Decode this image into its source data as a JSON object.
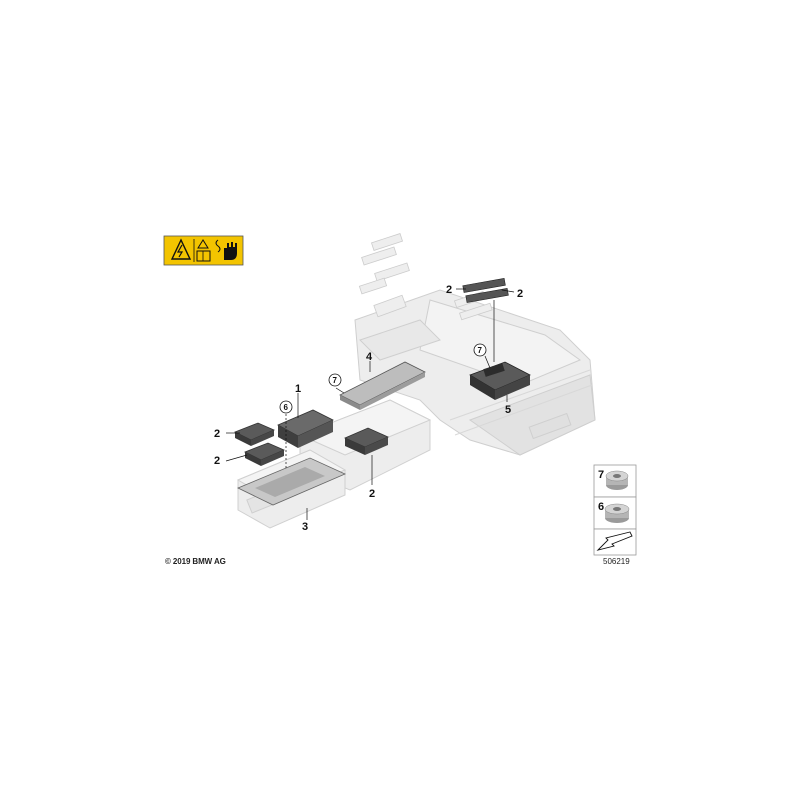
{
  "callouts": {
    "part1": "1",
    "part2_left_upper": "2",
    "part2_left_lower": "2",
    "part2_center": "2",
    "part2_top_left": "2",
    "part2_top_right": "2",
    "part3": "3",
    "part4": "4",
    "part5": "5",
    "circled6": "6",
    "circled7_left": "7",
    "circled7_right": "7"
  },
  "legend": {
    "item7": "7",
    "item6": "6"
  },
  "copyright": "© 2019 BMW AG",
  "figure_number": "506219",
  "colors": {
    "warning_yellow": "#f3c400",
    "ghost_gray": "#e6e6e6",
    "part_dark": "#4a4a4a"
  }
}
